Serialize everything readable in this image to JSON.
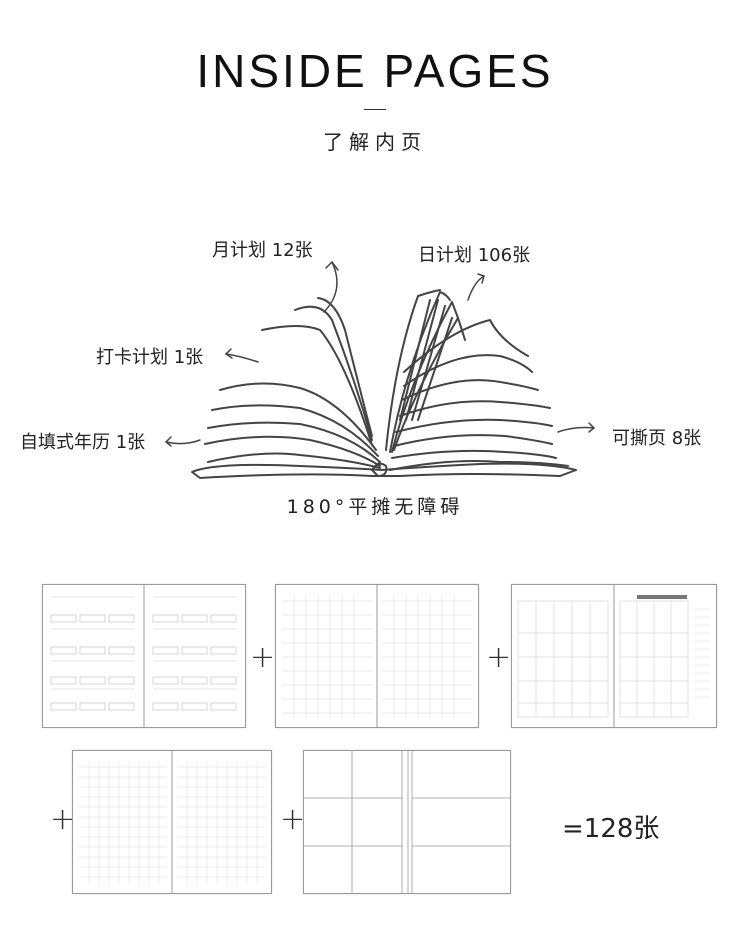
{
  "header": {
    "title": "INSIDE PAGES",
    "subtitle": "了解内页"
  },
  "book": {
    "labels": {
      "monthly": "月计划 12张",
      "daily": "日计划 106张",
      "checkin": "打卡计划 1张",
      "calendar": "自填式年历 1张",
      "tearable": "可撕页 8张"
    },
    "caption": "180°平摊无障碍"
  },
  "formula": {
    "plus": "+",
    "total": "=128张"
  }
}
